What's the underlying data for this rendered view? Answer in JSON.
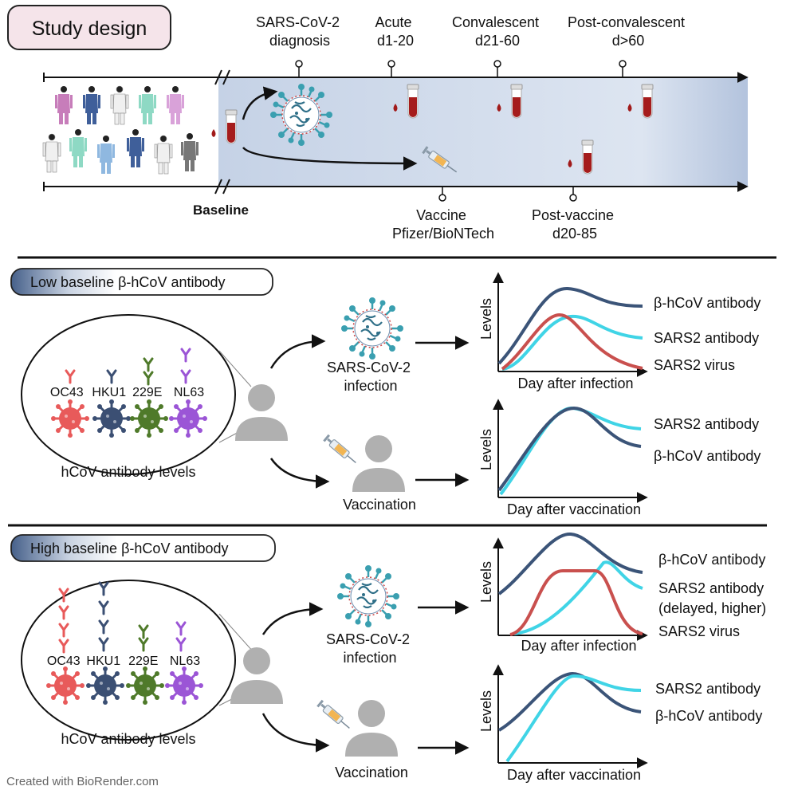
{
  "title": "Study design",
  "timeline": {
    "diagnosis": [
      "SARS-CoV-2",
      "diagnosis"
    ],
    "acute": [
      "Acute",
      "d1-20"
    ],
    "convalescent": [
      "Convalescent",
      "d21-60"
    ],
    "post_convalescent": [
      "Post-convalescent",
      "d>60"
    ],
    "baseline": "Baseline",
    "vaccine": [
      "Vaccine",
      "Pfizer/BioNTech"
    ],
    "post_vaccine": [
      "Post-vaccine",
      "d20-85"
    ]
  },
  "low": {
    "title": "Low baseline β-hCoV antibody",
    "strains": [
      "OC43",
      "HKU1",
      "229E",
      "NL63"
    ],
    "caption": "hCoV antibody levels",
    "infection": [
      "SARS-CoV-2",
      "infection"
    ],
    "vaccination": "Vaccination",
    "inf_chart": {
      "ylabel": "Levels",
      "xlabel": "Day after infection",
      "series": [
        "β-hCoV antibody",
        "SARS2 antibody",
        "SARS2 virus"
      ]
    },
    "vac_chart": {
      "ylabel": "Levels",
      "xlabel": "Day after vaccination",
      "series": [
        "SARS2 antibody",
        "β-hCoV antibody"
      ]
    }
  },
  "high": {
    "title": "High baseline β-hCoV antibody",
    "strains": [
      "OC43",
      "HKU1",
      "229E",
      "NL63"
    ],
    "caption": "hCoV antibody levels",
    "infection": [
      "SARS-CoV-2",
      "infection"
    ],
    "vaccination": "Vaccination",
    "inf_chart": {
      "ylabel": "Levels",
      "xlabel": "Day after infection",
      "series": [
        "β-hCoV antibody",
        "SARS2 antibody",
        "(delayed, higher)",
        "SARS2 virus"
      ]
    },
    "vac_chart": {
      "ylabel": "Levels",
      "xlabel": "Day after vaccination",
      "series": [
        "SARS2 antibody",
        "β-hCoV antibody"
      ]
    }
  },
  "credit": "Created with BioRender.com",
  "colors": {
    "beta_antibody": "#3b5478",
    "sars2_antibody": "#40d4e6",
    "sars2_virus": "#c9504e",
    "oc43": "#e85a5a",
    "hku1": "#3b4f73",
    "e229": "#4f7a2a",
    "nl63": "#9b55d6"
  }
}
